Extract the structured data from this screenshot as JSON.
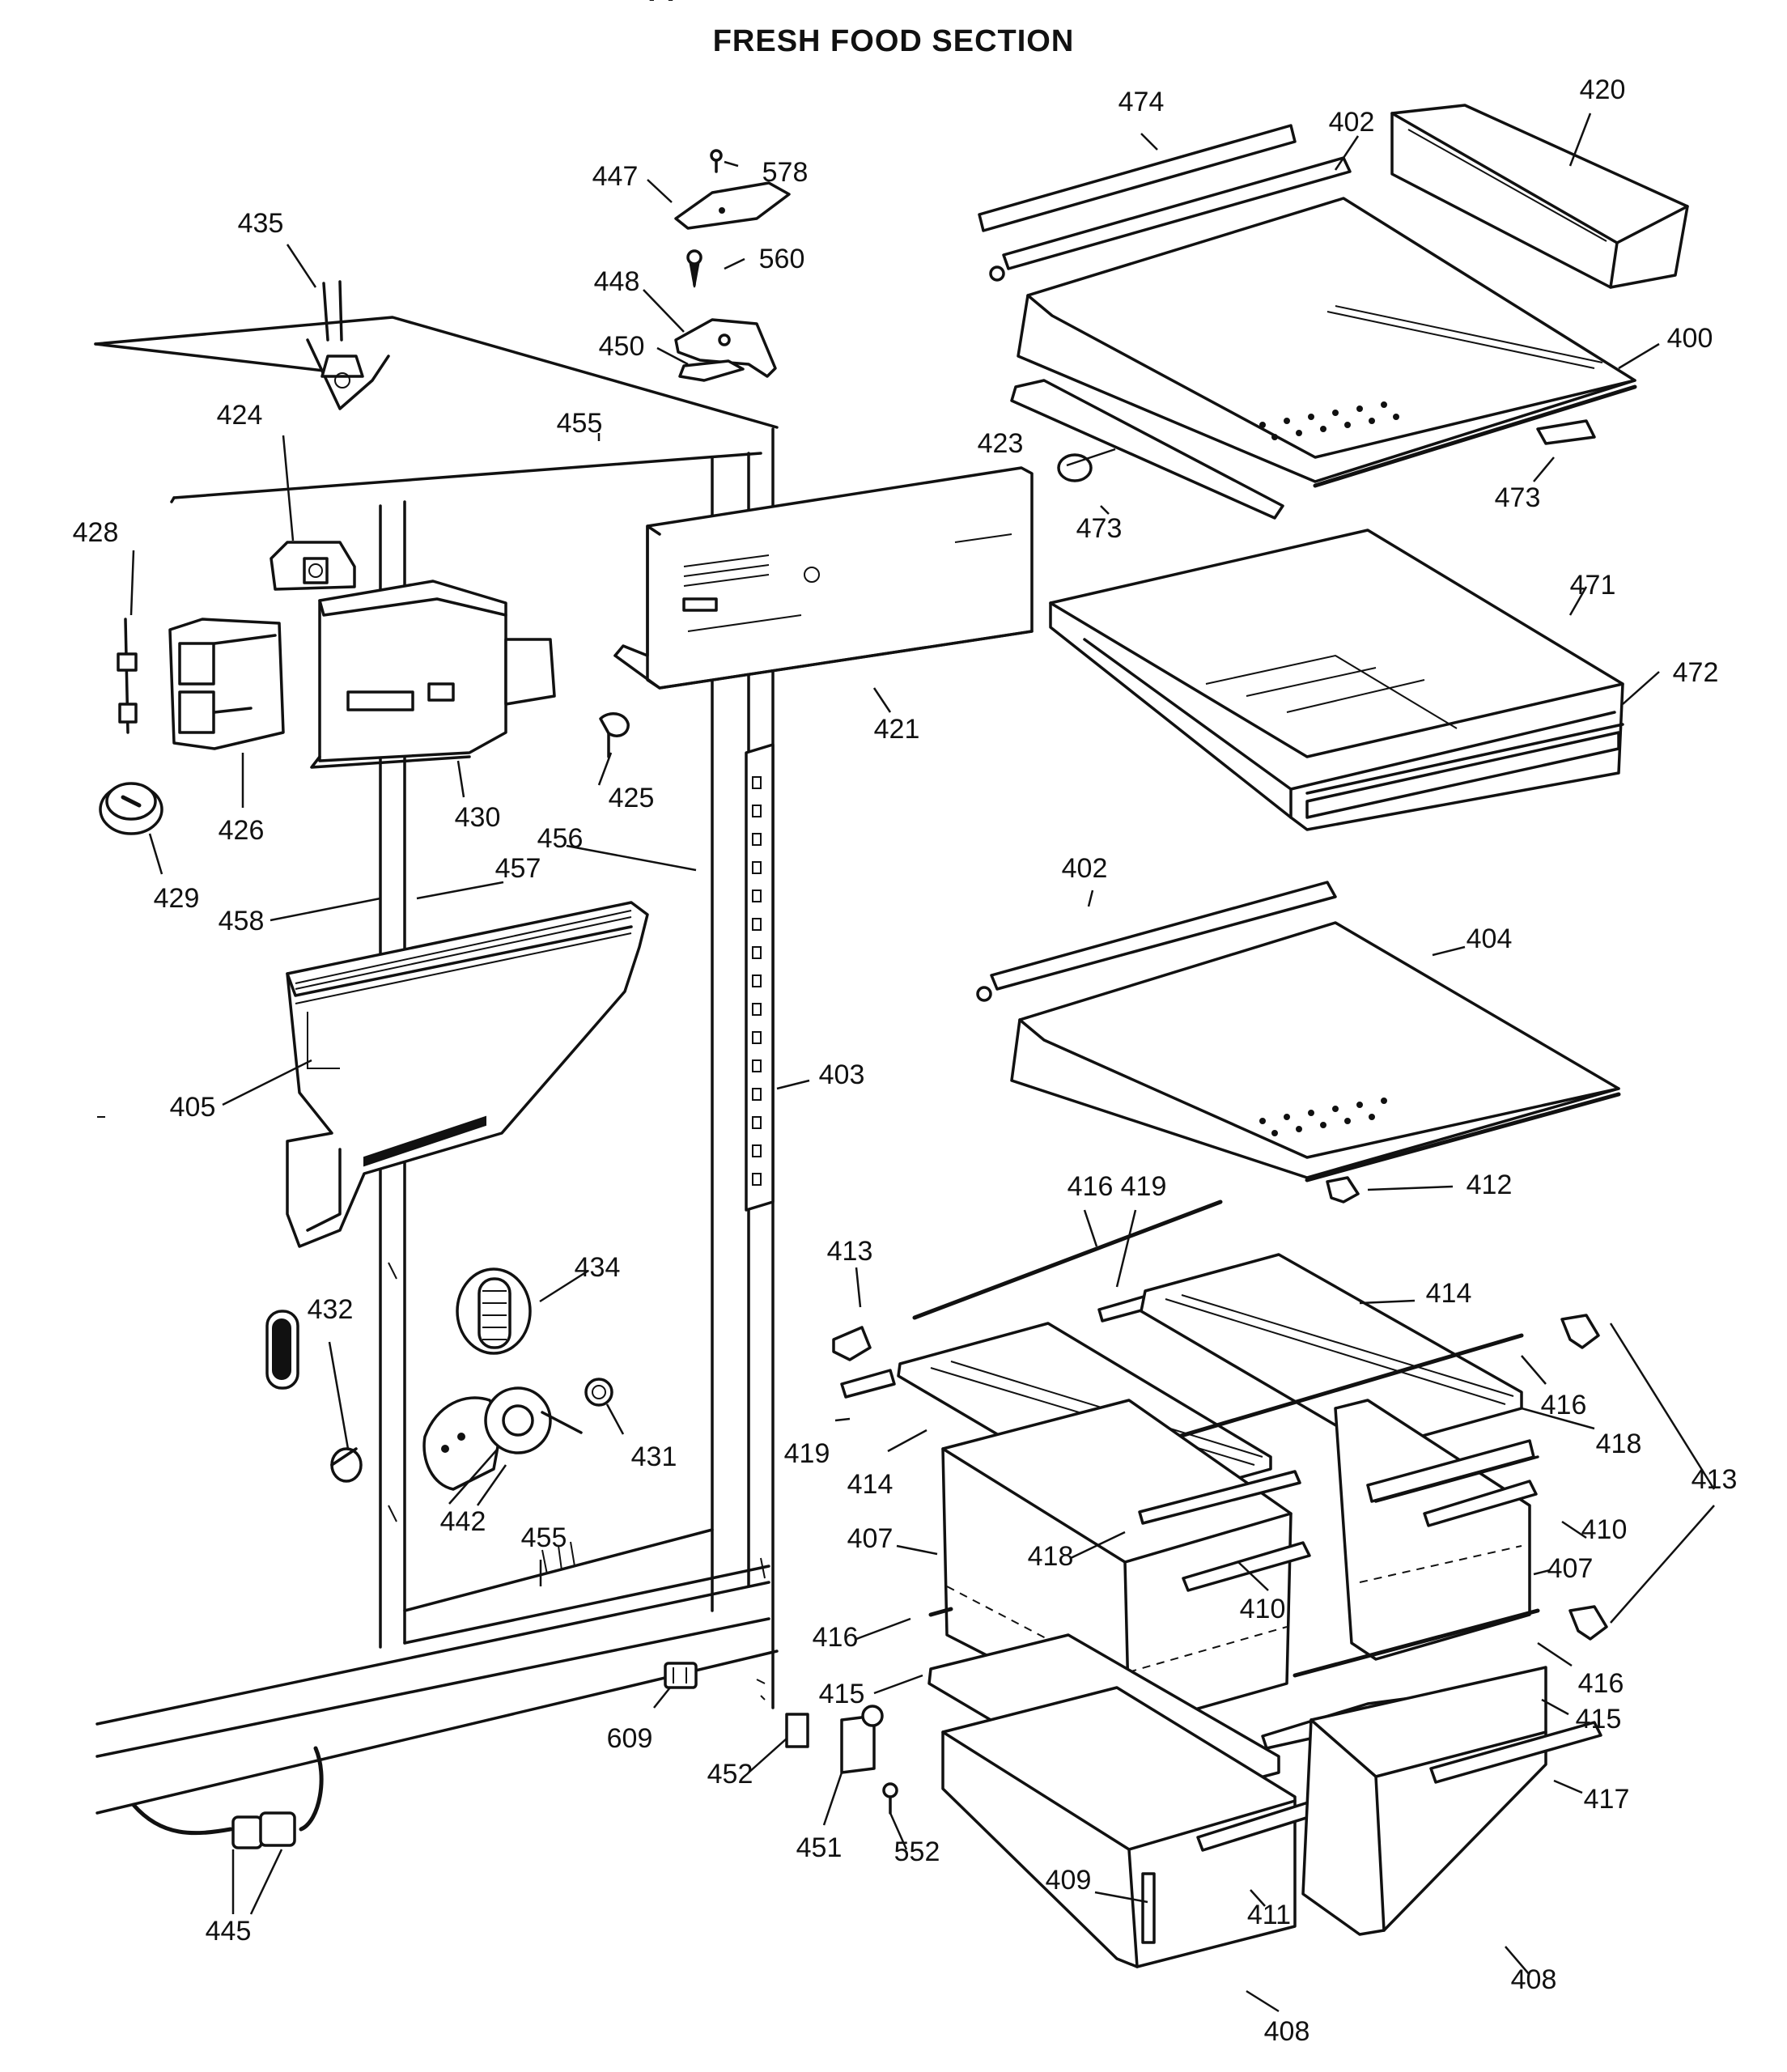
{
  "title": "FRESH FOOD SECTION",
  "title_fragment": "· ·",
  "callouts": [
    {
      "id": "c474",
      "text": "474"
    },
    {
      "id": "c402a",
      "text": "402"
    },
    {
      "id": "c420",
      "text": "420"
    },
    {
      "id": "c447",
      "text": "447"
    },
    {
      "id": "c578",
      "text": "578"
    },
    {
      "id": "c435",
      "text": "435"
    },
    {
      "id": "c448",
      "text": "448"
    },
    {
      "id": "c560",
      "text": "560"
    },
    {
      "id": "c450",
      "text": "450"
    },
    {
      "id": "c400",
      "text": "400"
    },
    {
      "id": "c424",
      "text": "424"
    },
    {
      "id": "c455a",
      "text": "455"
    },
    {
      "id": "c423",
      "text": "423"
    },
    {
      "id": "c473a",
      "text": "473"
    },
    {
      "id": "c473b",
      "text": "473"
    },
    {
      "id": "c428",
      "text": "428"
    },
    {
      "id": "c471",
      "text": "471"
    },
    {
      "id": "c472",
      "text": "472"
    },
    {
      "id": "c421",
      "text": "421"
    },
    {
      "id": "c426",
      "text": "426"
    },
    {
      "id": "c430",
      "text": "430"
    },
    {
      "id": "c425",
      "text": "425"
    },
    {
      "id": "c429",
      "text": "429"
    },
    {
      "id": "c456",
      "text": "456"
    },
    {
      "id": "c457",
      "text": "457"
    },
    {
      "id": "c458",
      "text": "458"
    },
    {
      "id": "c402b",
      "text": "402"
    },
    {
      "id": "c404",
      "text": "404"
    },
    {
      "id": "c405",
      "text": "405"
    },
    {
      "id": "c403",
      "text": "403"
    },
    {
      "id": "c412",
      "text": "412"
    },
    {
      "id": "c416a",
      "text": "416"
    },
    {
      "id": "c419a",
      "text": "419"
    },
    {
      "id": "c413a",
      "text": "413"
    },
    {
      "id": "c434",
      "text": "434"
    },
    {
      "id": "c414a",
      "text": "414"
    },
    {
      "id": "c432",
      "text": "432"
    },
    {
      "id": "c416b",
      "text": "416"
    },
    {
      "id": "c418a",
      "text": "418"
    },
    {
      "id": "c419b",
      "text": "419"
    },
    {
      "id": "c431",
      "text": "431"
    },
    {
      "id": "c414b",
      "text": "414"
    },
    {
      "id": "c413b",
      "text": "413"
    },
    {
      "id": "c442",
      "text": "442"
    },
    {
      "id": "c455b",
      "text": "455"
    },
    {
      "id": "c407a",
      "text": "407"
    },
    {
      "id": "c418b",
      "text": "418"
    },
    {
      "id": "c410a",
      "text": "410"
    },
    {
      "id": "c407b",
      "text": "407"
    },
    {
      "id": "c410b",
      "text": "410"
    },
    {
      "id": "c416c",
      "text": "416"
    },
    {
      "id": "c416d",
      "text": "416"
    },
    {
      "id": "c415a",
      "text": "415"
    },
    {
      "id": "c415b",
      "text": "415"
    },
    {
      "id": "c609",
      "text": "609"
    },
    {
      "id": "c452",
      "text": "452"
    },
    {
      "id": "c417",
      "text": "417"
    },
    {
      "id": "c451",
      "text": "451"
    },
    {
      "id": "c552",
      "text": "552"
    },
    {
      "id": "c409",
      "text": "409"
    },
    {
      "id": "c411",
      "text": "411"
    },
    {
      "id": "c445",
      "text": "445"
    },
    {
      "id": "c408a",
      "text": "408"
    },
    {
      "id": "c408b",
      "text": "408"
    }
  ]
}
